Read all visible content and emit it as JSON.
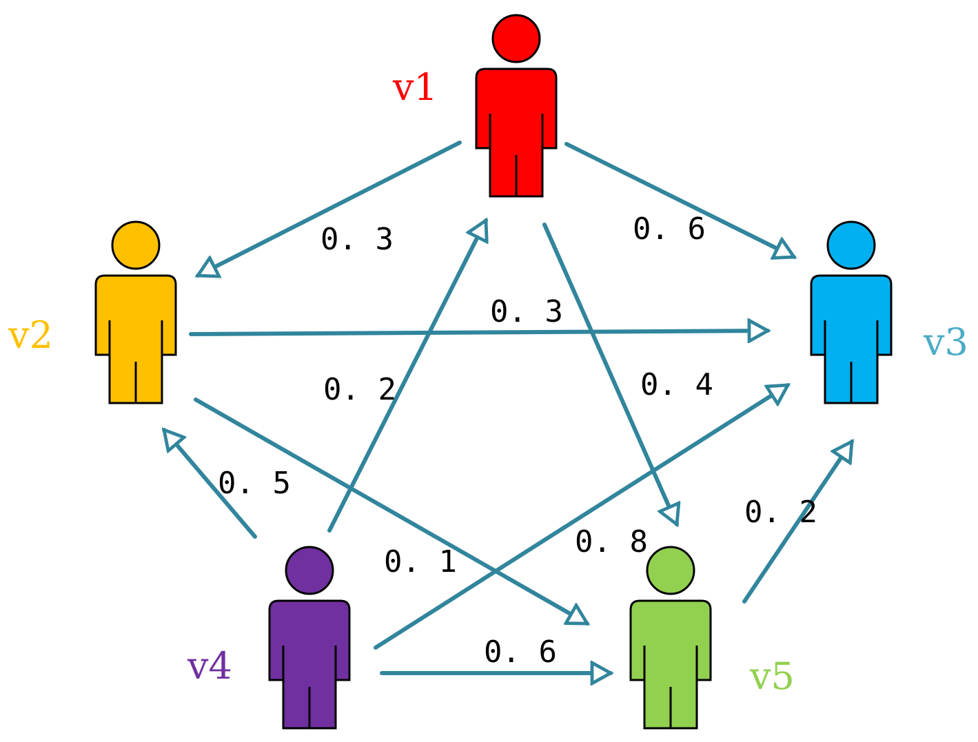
{
  "diagram": {
    "edge_color": "#31859c",
    "nodes": [
      {
        "id": "v1",
        "label": "v1",
        "color": "#ff0000"
      },
      {
        "id": "v2",
        "label": "v2",
        "color": "#ffc000"
      },
      {
        "id": "v3",
        "label": "v3",
        "color": "#00b0f0",
        "label_color": "#4bacc6"
      },
      {
        "id": "v4",
        "label": "v4",
        "color": "#7030a0"
      },
      {
        "id": "v5",
        "label": "v5",
        "color": "#92d050"
      }
    ],
    "edges": [
      {
        "from": "v1",
        "to": "v2",
        "weight": "0. 3"
      },
      {
        "from": "v1",
        "to": "v3",
        "weight": "0. 6"
      },
      {
        "from": "v2",
        "to": "v3",
        "weight": "0. 3"
      },
      {
        "from": "v1",
        "to": "v5",
        "weight": "0. 4"
      },
      {
        "from": "v4",
        "to": "v1",
        "weight": "0. 2"
      },
      {
        "from": "v4",
        "to": "v2",
        "weight": "0. 5"
      },
      {
        "from": "v2",
        "to": "v5",
        "weight": "0. 1"
      },
      {
        "from": "v4",
        "to": "v3",
        "weight": "0. 8"
      },
      {
        "from": "v5",
        "to": "v3",
        "weight": "0. 2"
      },
      {
        "from": "v4",
        "to": "v5",
        "weight": "0. 6"
      }
    ]
  }
}
